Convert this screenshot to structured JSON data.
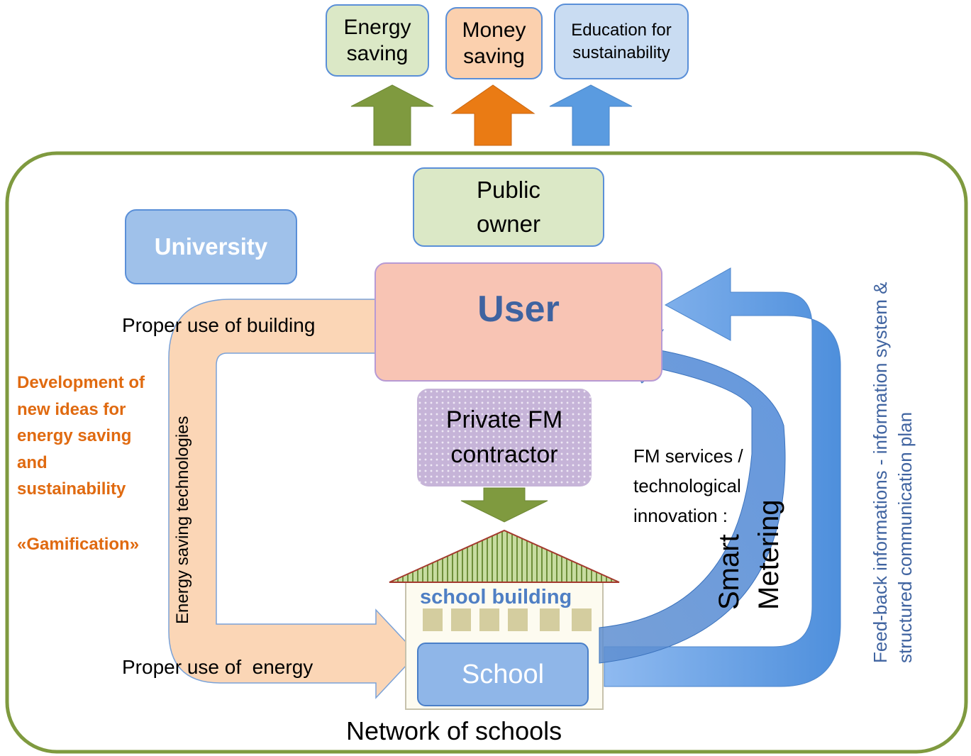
{
  "outcomes": {
    "energy_saving": "Energy saving",
    "money_saving": "Money saving",
    "education": "Education for sustainability"
  },
  "nodes": {
    "public_owner": "Public owner",
    "university": "University",
    "user": "User",
    "private_fm": "Private FM contractor",
    "school_building": "school building",
    "school": "School",
    "network": "Network of schools"
  },
  "flows": {
    "proper_use_building": "Proper use of building",
    "proper_use_energy": "Proper use of  energy",
    "energy_saving_tech": "Energy saving technologies",
    "fm_services": "FM services / technological innovation :",
    "smart_metering": "Smart Metering",
    "feedback": "Feed-back informations  - information system & structured communication plan"
  },
  "university_notes": {
    "development": "Development of new ideas for energy saving and sustainability",
    "gamification": "«Gamification»"
  },
  "colors": {
    "green_border": "#7f9a3f",
    "green_fill": "#dbe8c6",
    "orange": "#e97b1f",
    "orange_fill": "#fbd0ae",
    "blue": "#5a9be0",
    "blue_fill": "#c9dcf2",
    "user_fill": "#f8c4b4",
    "dark_blue_text": "#3f63a0",
    "orange_text": "#e06a10"
  }
}
